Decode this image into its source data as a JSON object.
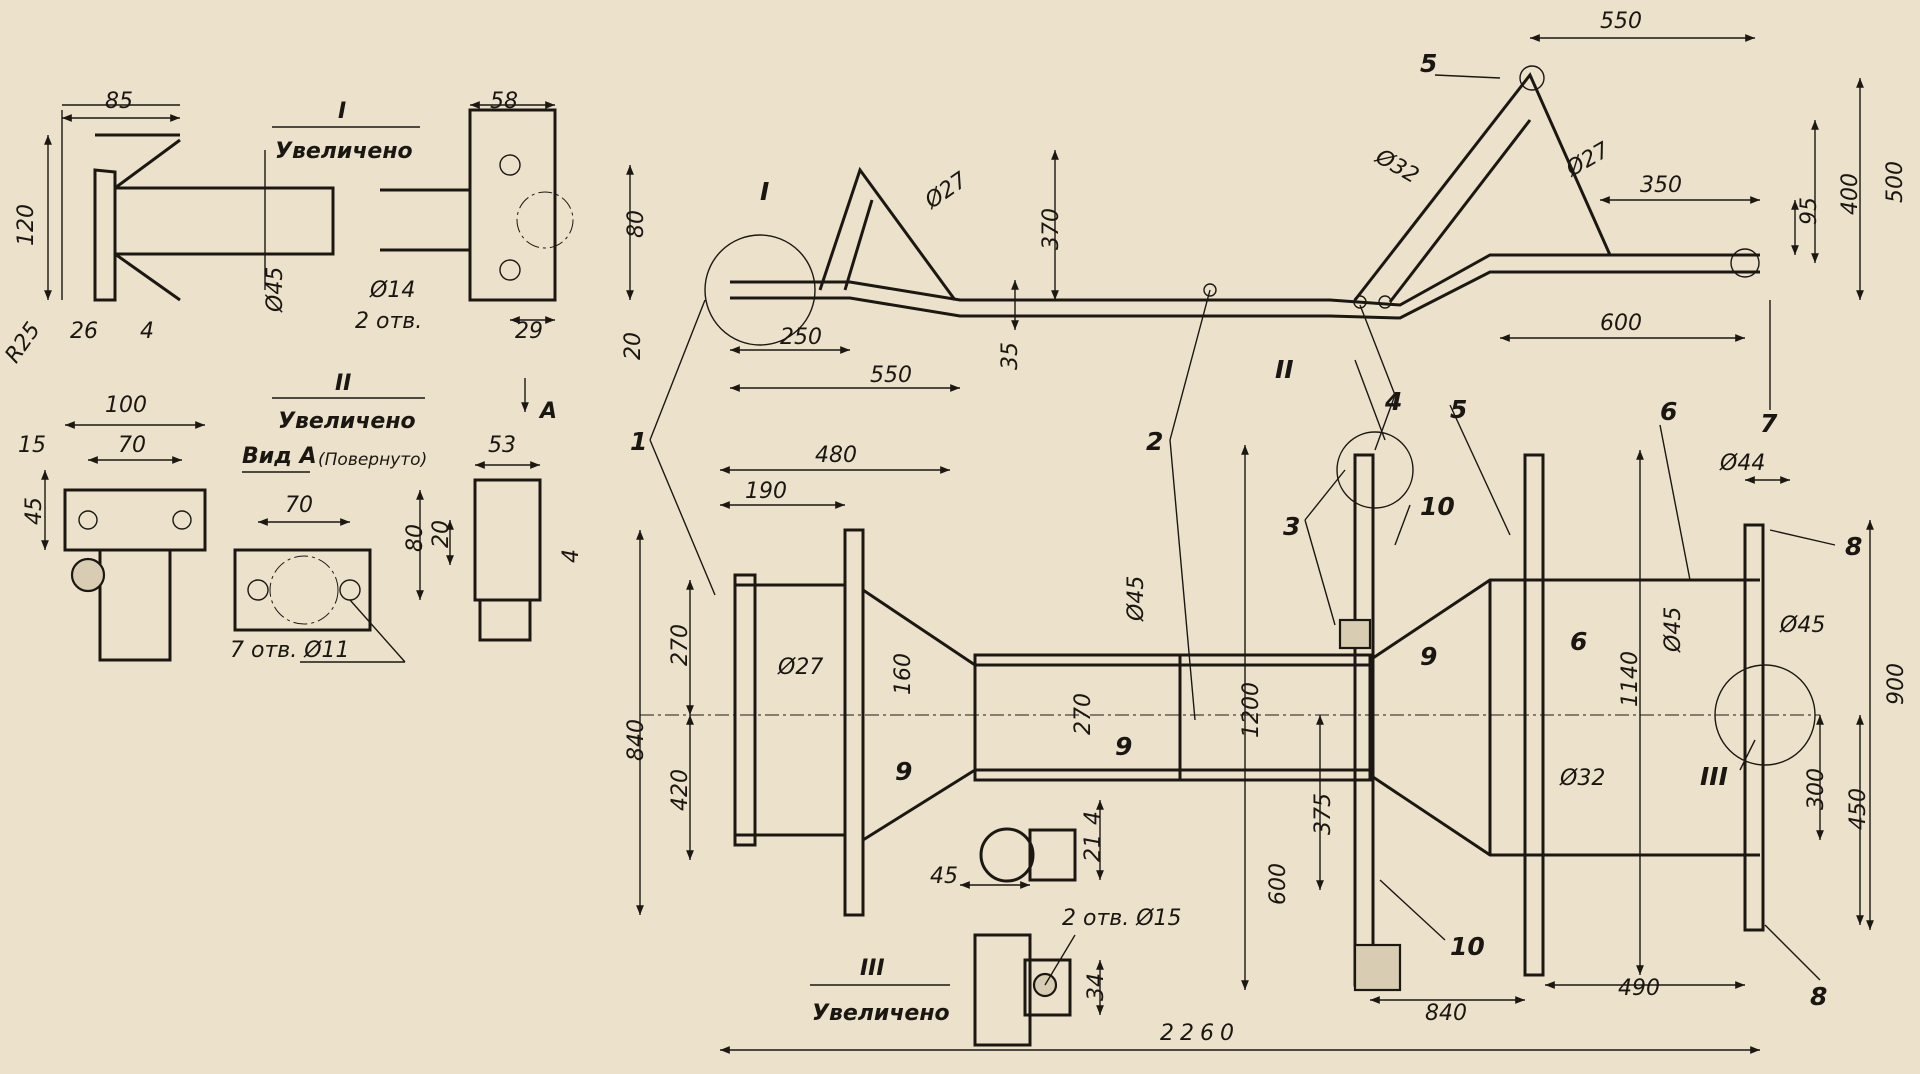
{
  "drawing": {
    "dimensions": {
      "d85": "85",
      "d120": "120",
      "dr25": "R25",
      "d26": "26",
      "d4a": "4",
      "d45dia": "Ø45",
      "d58": "58",
      "d80a": "80",
      "d14": "Ø14",
      "d2otv": "2 отв.",
      "d29": "29",
      "d20a": "20",
      "d100": "100",
      "d15": "15",
      "d70a": "70",
      "d45a": "45",
      "d70b": "70",
      "d7otv": "7 отв. Ø11",
      "d53": "53",
      "d80b": "80",
      "d20b": "20",
      "d4b": "4",
      "d27top": "Ø27",
      "d370": "370",
      "d250": "250",
      "d550a": "550",
      "d35": "35",
      "d32top": "Ø32",
      "d27top2": "Ø27",
      "d550top": "550",
      "d350": "350",
      "d95": "95",
      "d400": "400",
      "d500": "500",
      "d600top": "600",
      "d480": "480",
      "d190": "190",
      "d270a": "270",
      "d840a": "840",
      "d420": "420",
      "d27b": "Ø27",
      "d160": "160",
      "d45b": "Ø45",
      "d270b": "270",
      "d1200": "1200",
      "d375": "375",
      "d600b": "600",
      "d1140": "1140",
      "d44": "Ø44",
      "d45c": "Ø45",
      "d45d": "Ø45",
      "d32b": "Ø32",
      "d900": "900",
      "d300": "300",
      "d450": "450",
      "d490": "490",
      "d840b": "840",
      "d2260": "2260",
      "d45e": "45",
      "d4c": "4",
      "d21": "21",
      "d2otv15": "2 отв. Ø15",
      "d34": "34"
    },
    "callouts": {
      "c1": "1",
      "c2": "2",
      "c3": "3",
      "c4": "4",
      "c5a": "5",
      "c5b": "5",
      "c6a": "6",
      "c6b": "6",
      "c7": "7",
      "c8a": "8",
      "c8b": "8",
      "c9a": "9",
      "c9b": "9",
      "c9c": "9",
      "c10a": "10",
      "c10b": "10",
      "I": "I",
      "II": "II",
      "III": "III"
    },
    "titles": {
      "I_num": "I",
      "I_label": "Увеличено",
      "II_num": "II",
      "II_label": "Увеличено",
      "viewA": "Вид А",
      "viewA_note": "(Повернуто)",
      "arrowA": "А",
      "III_num": "III",
      "III_label": "Увеличено"
    }
  }
}
